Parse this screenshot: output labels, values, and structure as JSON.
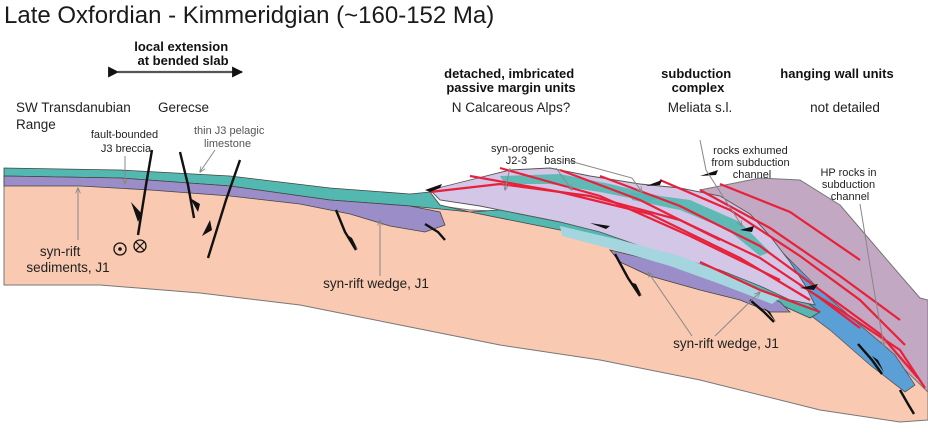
{
  "title": "Late Oxfordian - Kimmeridgian (~160-152 Ma)",
  "headers": {
    "local_extension": [
      "local extension",
      "at bended slab"
    ],
    "detached": [
      "detached, imbricated",
      "passive margin units"
    ],
    "subduction": [
      "subduction",
      "complex"
    ],
    "hanging_wall": "hanging wall units"
  },
  "regions": {
    "sw_transdanubian": [
      "SW Transdanubian",
      "Range"
    ],
    "gerecse": "Gerecse",
    "n_calcareous_alps": "N Calcareous Alps?",
    "meliata": "Meliata s.l.",
    "not_detailed": "not detailed"
  },
  "annotations": {
    "fault_bounded": [
      "fault-bounded",
      "J3 breccia"
    ],
    "thin_j3": [
      "thin J3 pelagic",
      "limestone"
    ],
    "syn_orogenic": [
      "syn-orogenic",
      "J2-3",
      "basins"
    ],
    "rocks_exhumed": [
      "rocks exhumed",
      "from subduction",
      "channel"
    ],
    "hp_rocks": [
      "HP rocks in",
      "subduction",
      "channel"
    ],
    "syn_rift_sediments": [
      "syn-rift",
      "sediments, J1"
    ],
    "syn_rift_wedge_1": "syn-rift wedge, J1",
    "syn_rift_wedge_2": "syn-rift wedge, J1"
  },
  "colors": {
    "basement": "#f9c9b1",
    "purple_layer": "#9b8ec8",
    "teal_layer": "#52b8b0",
    "light_blue_layer": "#a5d6e0",
    "lavender_nappes": "#d3c6e6",
    "hanging_wall": "#c2a8c2",
    "subduction_channel": "#5a9fd6",
    "thrust_lines": "#e8203a",
    "faults": "#111111"
  }
}
